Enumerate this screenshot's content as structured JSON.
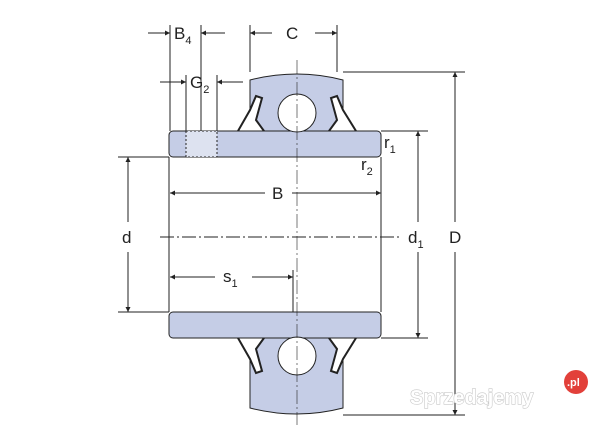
{
  "labels": {
    "B4": {
      "main": "B",
      "sub": "4"
    },
    "G2": {
      "main": "G",
      "sub": "2"
    },
    "C": "C",
    "B": "B",
    "d": "d",
    "d1": {
      "main": "d",
      "sub": "1"
    },
    "D": "D",
    "s1": {
      "main": "s",
      "sub": "1"
    },
    "r1": {
      "main": "r",
      "sub": "1"
    },
    "r2": {
      "main": "r",
      "sub": "2"
    }
  },
  "watermark": {
    "text": "Sprzedajemy",
    "badge": ".pl",
    "badge_color": "#e2403a"
  },
  "colors": {
    "part_fill": "#c5cde6",
    "outline": "#222222"
  }
}
